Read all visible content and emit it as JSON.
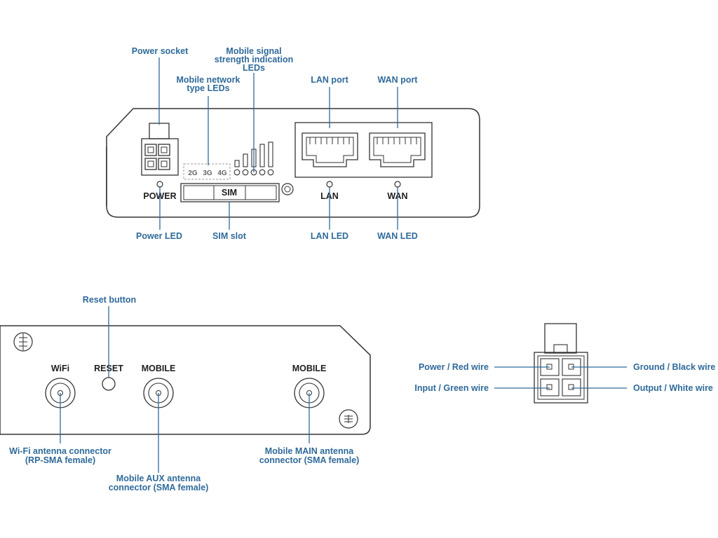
{
  "colors": {
    "callout": "#2f6a9a",
    "outline": "#333333",
    "panel_text": "#1e1e1e"
  },
  "front_panel": {
    "callouts": {
      "power_socket": "Power socket",
      "signal_leds": [
        "Mobile signal",
        "strength indication",
        "LEDs"
      ],
      "network_leds": [
        "Mobile network",
        "type LEDs"
      ],
      "lan_port": "LAN port",
      "wan_port": "WAN port",
      "power_led": "Power LED",
      "sim_slot": "SIM slot",
      "lan_led": "LAN LED",
      "wan_led": "WAN LED"
    },
    "labels": {
      "power": "POWER",
      "sim": "SIM",
      "lan": "LAN",
      "wan": "WAN"
    },
    "network_types": [
      "2G",
      "3G",
      "4G"
    ]
  },
  "back_panel": {
    "callouts": {
      "reset_button": "Reset button",
      "wifi_connector": [
        "Wi-Fi antenna connector",
        "(RP-SMA female)"
      ],
      "aux_connector": [
        "Mobile AUX antenna",
        "connector (SMA female)"
      ],
      "main_connector": [
        "Mobile MAIN antenna",
        "connector (SMA female)"
      ]
    },
    "labels": {
      "wifi": "WiFi",
      "reset": "RESET",
      "mobile_aux": "MOBILE",
      "mobile_main": "MOBILE"
    }
  },
  "power_connector": {
    "pins": {
      "power": "Power / Red wire",
      "ground": "Ground / Black wire",
      "input": "Input / Green wire",
      "output": "Output / White wire"
    }
  }
}
